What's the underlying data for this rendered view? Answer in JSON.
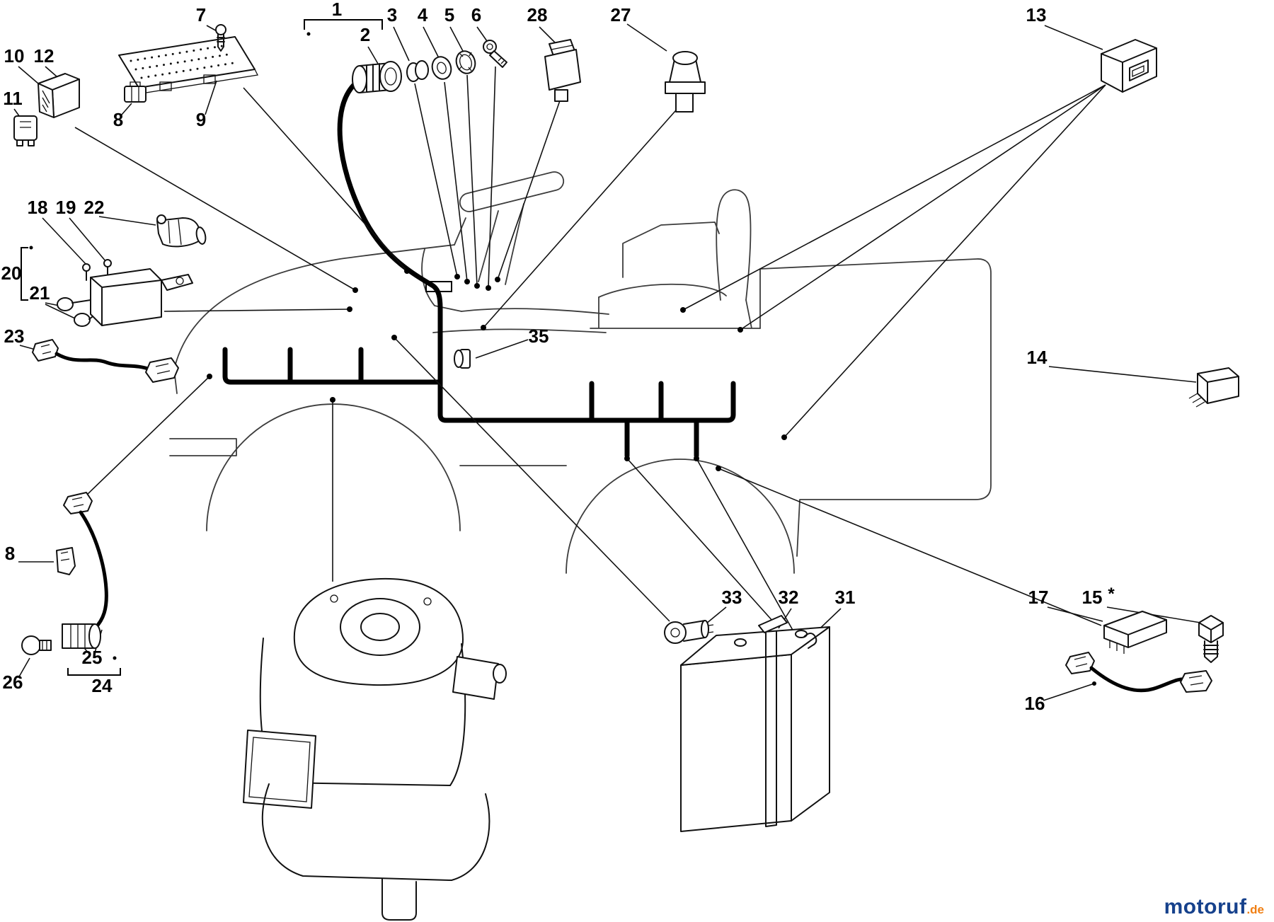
{
  "watermark": {
    "brand": "motoruf",
    "tld": ".de"
  },
  "colors": {
    "ink": "#111111",
    "outline_gray": "#3c3c3c",
    "brand_blue": "#16418c",
    "brand_orange": "#f07f13",
    "background": "#ffffff"
  },
  "part_labels": {
    "n1": "1",
    "n2": "2",
    "n3": "3",
    "n4": "4",
    "n5": "5",
    "n6": "6",
    "n7": "7",
    "n8a": "8",
    "n8b": "8",
    "n9": "9",
    "n10": "10",
    "n11": "11",
    "n12": "12",
    "n13": "13",
    "n14": "14",
    "n15": "15",
    "n15star": "*",
    "n16": "16",
    "n17": "17",
    "n18": "18",
    "n19": "19",
    "n20": "20",
    "n21": "21",
    "n22": "22",
    "n23": "23",
    "n24": "24",
    "n25": "25",
    "n26": "26",
    "n27": "27",
    "n28": "28",
    "n31": "31",
    "n32": "32",
    "n33": "33",
    "n35": "35"
  }
}
